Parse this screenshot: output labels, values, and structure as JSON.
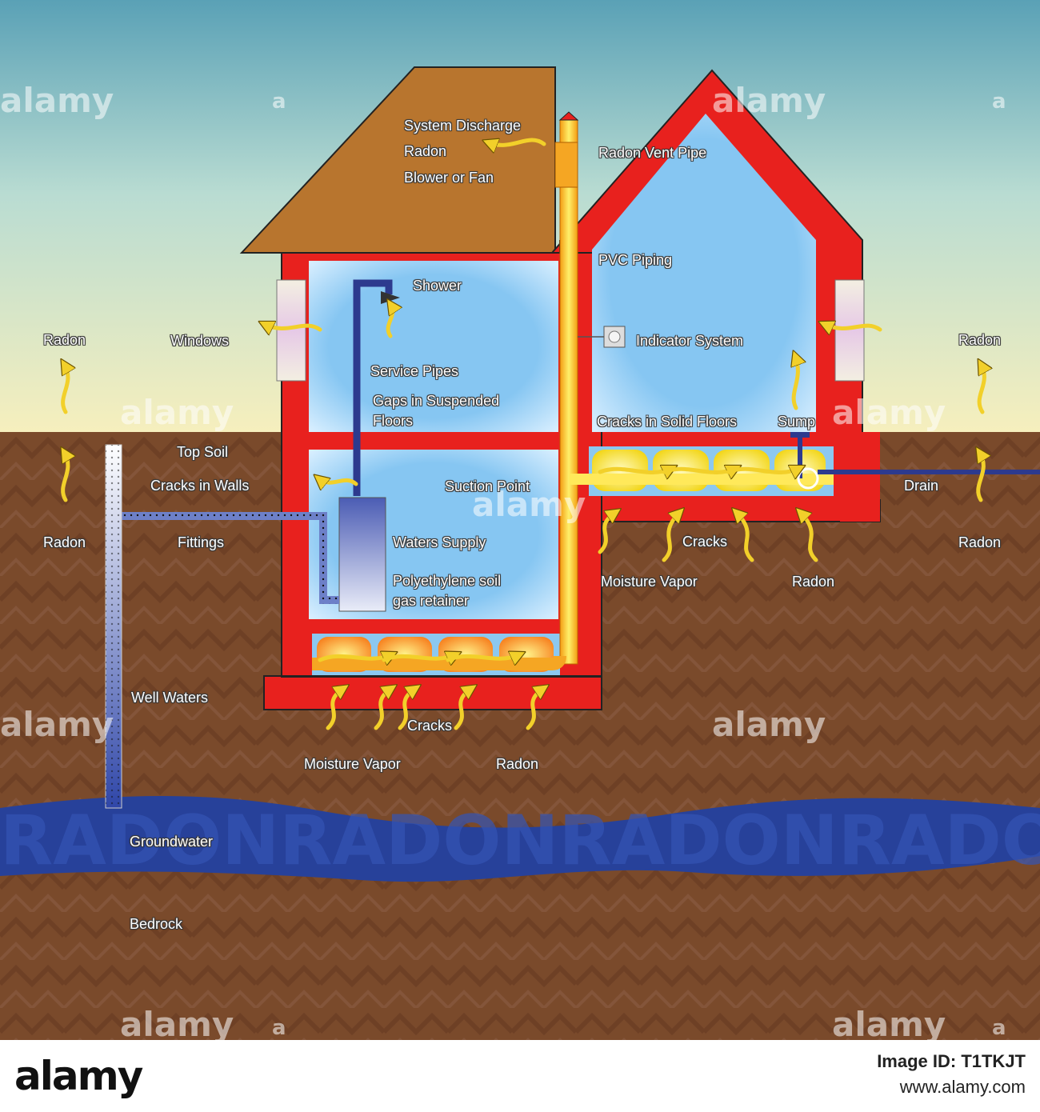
{
  "labels": {
    "system_discharge": "System Discharge",
    "radon_top": "Radon",
    "blower_or_fan": "Blower or Fan",
    "radon_vent_pipe": "Radon Vent Pipe",
    "pvc_piping": "PVC Piping",
    "shower": "Shower",
    "windows": "Windows",
    "radon_left_upper": "Radon",
    "radon_right_upper": "Radon",
    "indicator_system": "Indicator System",
    "service_pipes": "Service Pipes",
    "gaps_suspended_1": "Gaps in Suspended",
    "gaps_suspended_2": "Floors",
    "cracks_solid_floors": "Cracks in Solid Floors",
    "sump": "Sump",
    "top_soil": "Top Soil",
    "cracks_in_walls": "Cracks in Walls",
    "suction_point": "Suction Point",
    "drain": "Drain",
    "radon_left_lower": "Radon",
    "fittings": "Fittings",
    "waters_supply": "Waters Supply",
    "radon_right_lower": "Radon",
    "cracks_right": "Cracks",
    "moisture_vapor_right": "Moisture Vapor",
    "radon_right_crawl": "Radon",
    "poly_1": "Polyethylene soil",
    "poly_2": "gas retainer",
    "well_waters": "Well Waters",
    "cracks_left": "Cracks",
    "moisture_vapor_left": "Moisture Vapor",
    "radon_left_crawl": "Radon",
    "groundwater": "Groundwater",
    "bedrock": "Bedrock"
  },
  "background_text": "RADONRADONRADONRADON",
  "watermark": "alamy",
  "watermark_mark": "a",
  "footer": {
    "logo": "alamy",
    "image_id": "Image ID: T1TKJT",
    "site": "www.alamy.com"
  },
  "colors": {
    "wall": "#e8211e",
    "roof": "#b8752e",
    "soil": "#7a4a2b",
    "groundwater": "#27419a",
    "room": "#86c6f2",
    "pipe": "#f6a20f",
    "arrow": "#f2d02a",
    "crawl_bubble_left": "#f7931e",
    "crawl_bubble_right": "#f7e43a"
  }
}
